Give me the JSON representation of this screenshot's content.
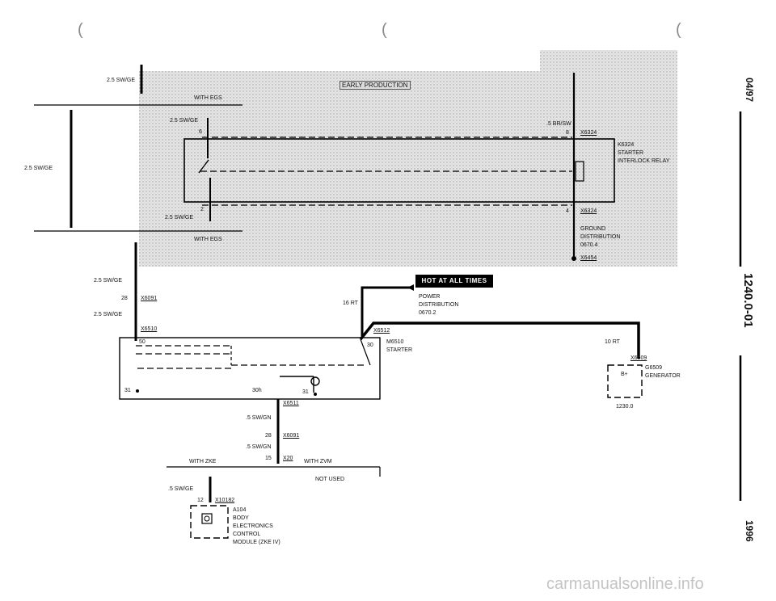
{
  "header": {
    "date_code": "04/97",
    "doc_number": "1240.0-01",
    "year": "1996",
    "paren_marks": [
      "(",
      "(",
      "("
    ]
  },
  "overlay": {
    "early_production": "EARLY PRODUCTION",
    "with_egs_top": "WITH EGS",
    "with_egs_bottom": "WITH EGS",
    "wire_top_left": "2.5 SW/GE",
    "pin_top_left": "6",
    "wire_bottom_left": "2.5 SW/GE",
    "pin_bottom_left": "2",
    "wire_top_right": ".5 BR/SW",
    "pin_top_right": "8",
    "conn_top_right": "X6324",
    "pin_bottom_right": "4",
    "conn_bottom_right": "X6324",
    "relay_id": "K6324",
    "relay_name1": "STARTER",
    "relay_name2": "INTERLOCK RELAY",
    "ground1": "GROUND",
    "ground2": "DISTRIBUTION",
    "ground3": "0670.4",
    "ground_conn": "X6454"
  },
  "left": {
    "top_wire": "2.5 SW/GE",
    "bracket_wire": "2.5 SW/GE",
    "wire_a": "2.5 SW/GE",
    "pin_28": "28",
    "conn_x6091": "X6091",
    "wire_b": "2.5 SW/GE",
    "conn_x6510": "X6510"
  },
  "starter": {
    "pin_50": "50",
    "pin_30": "30",
    "pin_31": "31",
    "pin_30h": "30h",
    "pin_31b": "31",
    "conn_x6512": "X6512",
    "id": "M6510",
    "name": "STARTER",
    "wire_16rt": "16 RT",
    "conn_x6511": "X6511"
  },
  "power": {
    "hot_label": "HOT AT ALL TIMES",
    "name1": "POWER",
    "name2": "DISTRIBUTION",
    "ref": "0670.2"
  },
  "generator": {
    "wire": "10 RT",
    "conn": "X6509",
    "id": "G6509",
    "name": "GENERATOR",
    "terminal": "B+",
    "ref": "1230.0"
  },
  "bottom": {
    "wire_a": ".5 SW/GN",
    "pin_28": "28",
    "conn_x6091": "X6091",
    "wire_b": ".5 SW/GN",
    "pin_15": "15",
    "conn_x20": "X20",
    "with_zke": "WITH ZKE",
    "with_zvm": "WITH ZVM",
    "not_used": "NOT USED",
    "wire_c": ".5 SW/GE",
    "pin_12": "12",
    "conn_x10182": "X10182",
    "module_id": "A104",
    "module_name1": "BODY",
    "module_name2": "ELECTRONICS",
    "module_name3": "CONTROL",
    "module_name4": "MODULE (ZKE IV)"
  },
  "footer": {
    "watermark": "carmanualsonline.info"
  }
}
